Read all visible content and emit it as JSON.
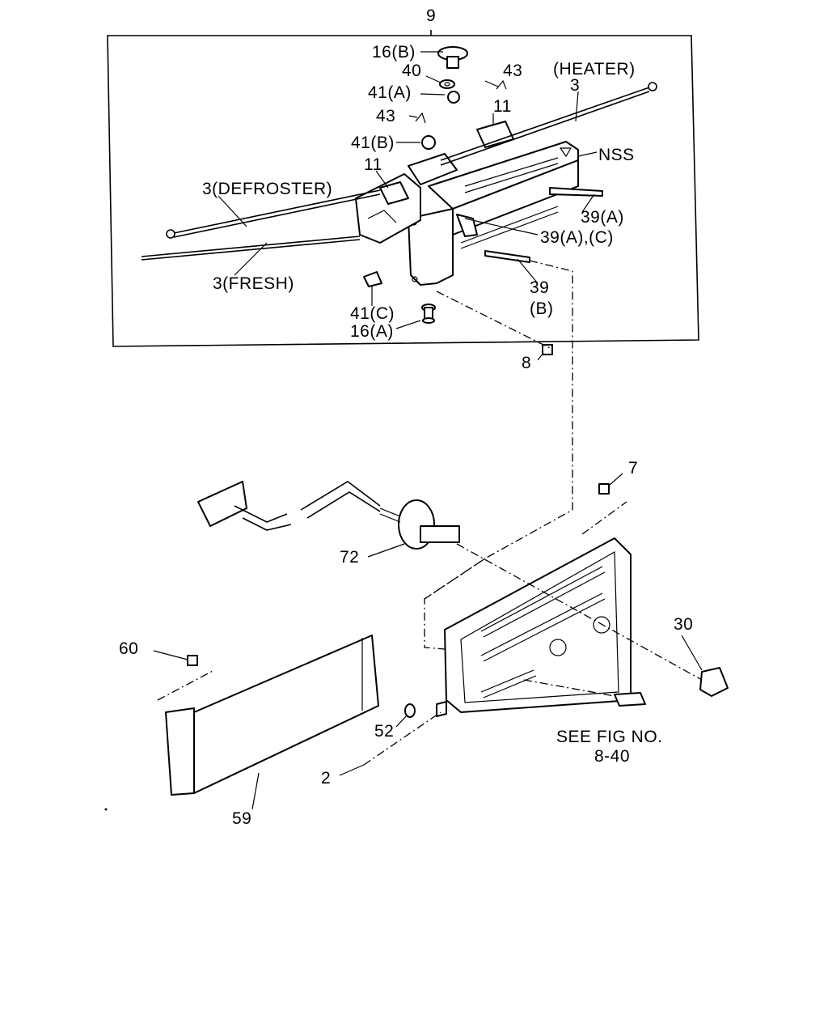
{
  "callouts": {
    "c9": "9",
    "c16b": "16(B)",
    "c40": "40",
    "c43a": "43",
    "c41a": "41(A)",
    "c43b": "43",
    "c11a": "11",
    "heater_label": "(HEATER)",
    "c3_heater": "3",
    "c41b": "41(B)",
    "nss": "NSS",
    "c11b": "11",
    "c3_defroster": "3(DEFROSTER)",
    "c39a": "39(A)",
    "c39ac": "39(A),(C)",
    "c3_fresh": "3(FRESH)",
    "c39": "39",
    "c39b_sub": "(B)",
    "c41c": "41(C)",
    "c16a": "16(A)",
    "c8": "8",
    "c7": "7",
    "c72": "72",
    "c30": "30",
    "c60": "60",
    "c52": "52",
    "see_fig_line1": "SEE FIG NO.",
    "see_fig_line2": "8-40",
    "c2": "2",
    "c59": "59"
  }
}
